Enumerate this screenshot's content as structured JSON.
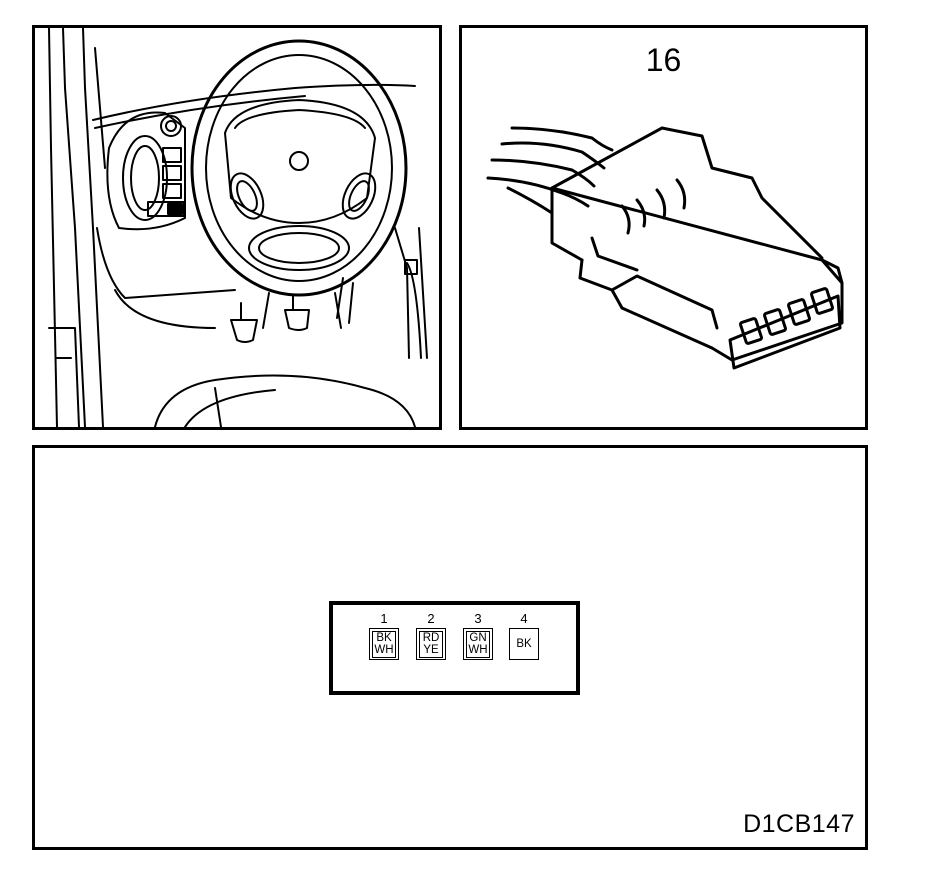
{
  "connector": {
    "number": "16",
    "figure_code": "D1CB147",
    "pins": [
      {
        "number": "1",
        "wire_colors": [
          "BK",
          "WH"
        ]
      },
      {
        "number": "2",
        "wire_colors": [
          "RD",
          "YE"
        ]
      },
      {
        "number": "3",
        "wire_colors": [
          "GN",
          "WH"
        ]
      },
      {
        "number": "4",
        "wire_colors": [
          "BK"
        ]
      }
    ]
  },
  "colors": {
    "line": "#000000",
    "background": "#ffffff"
  }
}
